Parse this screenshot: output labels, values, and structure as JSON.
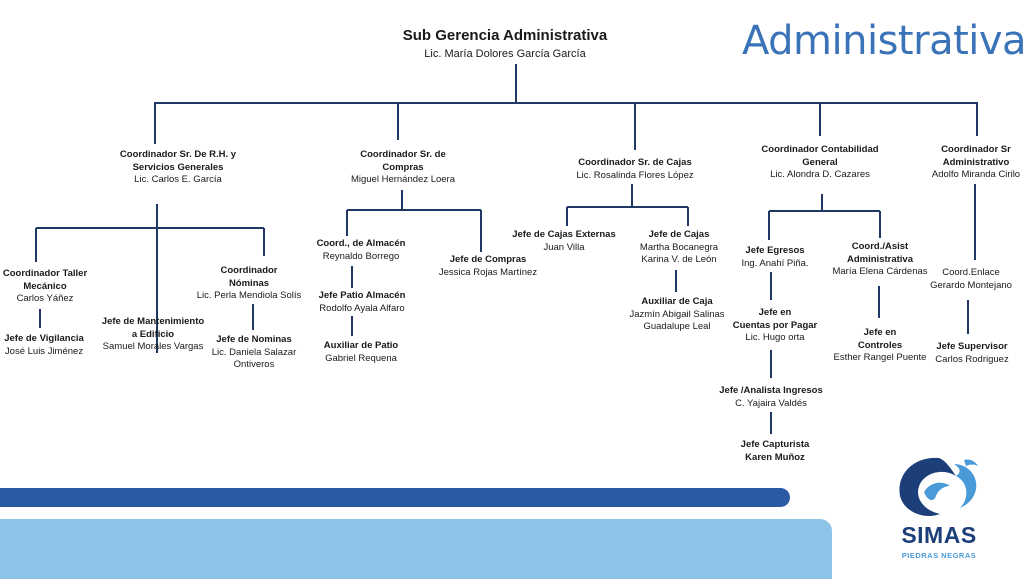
{
  "header": {
    "section": "Administrativa",
    "top_title": "Sub Gerencia Administrativa",
    "top_name": "Lic. María Dolores García García"
  },
  "nodes": {
    "coord_rh": {
      "title": [
        "Coordinador Sr. De R.H. y",
        "Servicios Generales"
      ],
      "name": [
        "Lic. Carlos E. García"
      ]
    },
    "coord_compras": {
      "title": [
        "Coordinador Sr. de",
        "Compras"
      ],
      "name": [
        "Miguel Hernández Loera"
      ]
    },
    "coord_cajas": {
      "title": [
        "Coordinador Sr.  de Cajas"
      ],
      "name": [
        "Lic. Rosalinda Flores López"
      ]
    },
    "coord_contab": {
      "title": [
        "Coordinador Contabilidad",
        "General"
      ],
      "name": [
        "Lic. Alondra D. Cazares"
      ]
    },
    "coord_admin": {
      "title": [
        "Coordinador Sr",
        "Administrativo"
      ],
      "name": [
        "Adolfo  Miranda Cirilo"
      ]
    },
    "taller": {
      "title": [
        "Coordinador Taller",
        "Mecánico"
      ],
      "name": [
        "Carlos Yáñez"
      ]
    },
    "vigilancia": {
      "title": [
        "Jefe de Vigilancia"
      ],
      "name": [
        "José Luis Jiménez"
      ]
    },
    "mantenimiento": {
      "title": [
        "Jefe de Mantenimiento",
        "a Edificio"
      ],
      "name": [
        "Samuel Morales Vargas"
      ]
    },
    "coord_nominas": {
      "title": [
        "Coordinador",
        "Nóminas"
      ],
      "name": [
        "Lic. Perla Mendiola Solís"
      ]
    },
    "jefe_nominas": {
      "title": [
        "Jefe de Nominas"
      ],
      "name": [
        "Lic. Daniela Salazar",
        "Ontiveros"
      ]
    },
    "almacen": {
      "title": [
        "Coord., de Almacén"
      ],
      "name": [
        "Reynaldo Borrego"
      ]
    },
    "patio_almacen": {
      "title": [
        "Jefe Patio  Almacén"
      ],
      "name": [
        "Rodolfo  Ayala Alfaro"
      ]
    },
    "aux_patio": {
      "title": [
        "Auxiliar  de Patio"
      ],
      "name": [
        "Gabriel Requena"
      ]
    },
    "jefe_compras": {
      "title": [
        "Jefe de Compras"
      ],
      "name": [
        "Jessica Rojas Martínez"
      ]
    },
    "cajas_externas": {
      "title": [
        "Jefe de Cajas Externas"
      ],
      "name": [
        "Juan Villa"
      ]
    },
    "jefe_cajas": {
      "title": [
        "Jefe de Cajas"
      ],
      "name": [
        "Martha Bocanegra",
        "Karina V. de León"
      ]
    },
    "aux_caja": {
      "title": [
        "Auxiliar  de Caja"
      ],
      "name": [
        "Jazmín Abigail Salinas",
        "Guadalupe Leal"
      ]
    },
    "egresos": {
      "title": [
        "Jefe Egresos"
      ],
      "name": [
        "Ing. Anahí Piña."
      ]
    },
    "asist_admin": {
      "title": [
        "Coord./Asist",
        "Administrativa"
      ],
      "name": [
        "María Elena Cárdenas"
      ]
    },
    "cuentas_pagar": {
      "title": [
        "Jefe en",
        "Cuentas por Pagar"
      ],
      "name": [
        "Lic. Hugo orta"
      ]
    },
    "controles": {
      "title": [
        "Jefe en",
        "Controles"
      ],
      "name": [
        "Esther Rangel Puente"
      ]
    },
    "ingresos": {
      "title": [
        "Jefe /Analista Ingresos"
      ],
      "name": [
        "C. Yajaira Valdés"
      ]
    },
    "capturista": {
      "title": [
        "Jefe Capturista",
        "Karen Muñoz"
      ],
      "name": []
    },
    "enlace": {
      "title": [],
      "name": [
        "Coord.Enlace",
        "Gerardo Montejano"
      ]
    },
    "supervisor": {
      "title": [
        "Jefe Supervisor"
      ],
      "name": [
        "Carlos Rodriguez"
      ]
    }
  },
  "logo": {
    "text": "SIMAS",
    "sub": "PIEDRAS NEGRAS"
  },
  "colors": {
    "line": "#1f3864",
    "band_dark": "#2a5aa4",
    "band_light": "#8ec3e8",
    "heading": "#3a73b8"
  }
}
